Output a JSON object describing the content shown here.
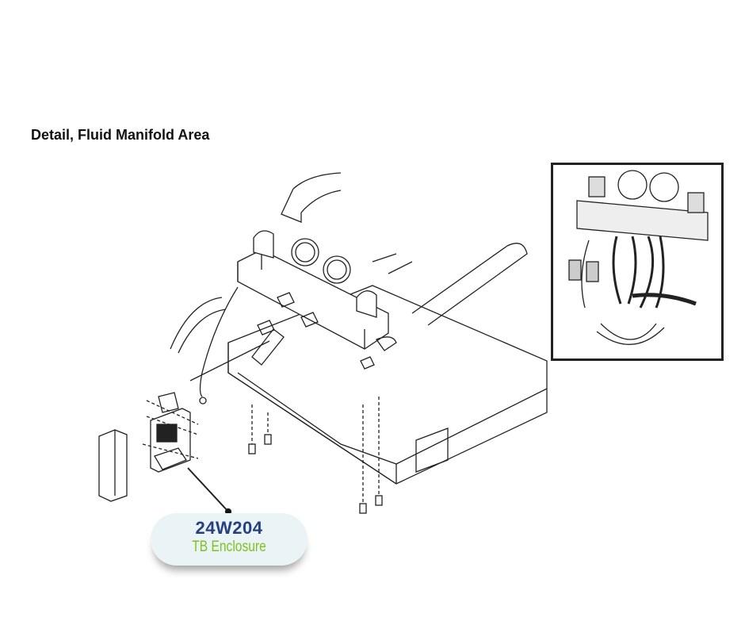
{
  "title": "Detail, Fluid Manifold Area",
  "callout": {
    "part_number": "24W204",
    "description": "TB Enclosure"
  },
  "colors": {
    "part_number": "#27407e",
    "description": "#7dc21e",
    "callout_bg": "#eaf4f6"
  }
}
